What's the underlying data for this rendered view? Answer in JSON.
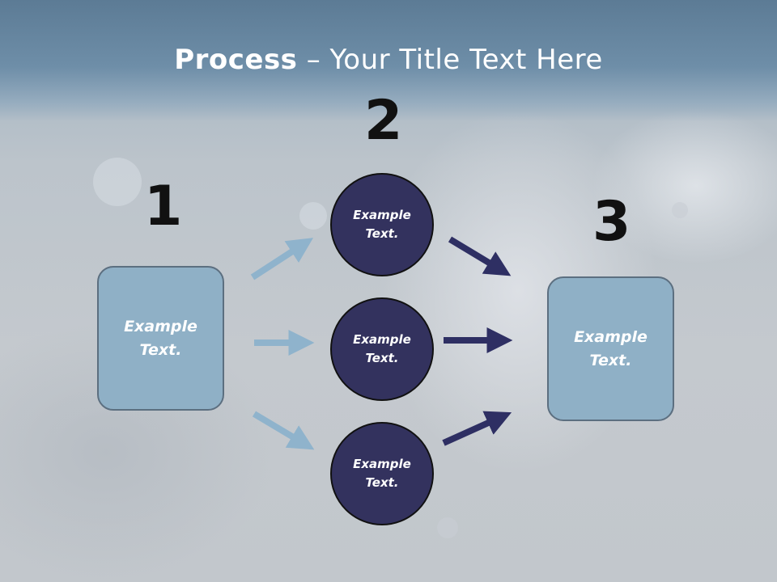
{
  "slide": {
    "title_bold": "Process",
    "title_rest": " – Your Title Text Here"
  },
  "steps": [
    {
      "number": "1",
      "text": "Example\nText."
    },
    {
      "number": "2",
      "items": [
        "Example\nText.",
        "Example\nText.",
        "Example\nText."
      ]
    },
    {
      "number": "3",
      "text": "Example\nText."
    }
  ],
  "colors": {
    "title_band": "#6e8ea8",
    "box_fill": "#8fb0c6",
    "box_border": "#5c6f80",
    "circle_fill": "#33325e",
    "arrow_light": "#8fb3cc",
    "arrow_dark": "#2e2f63"
  }
}
